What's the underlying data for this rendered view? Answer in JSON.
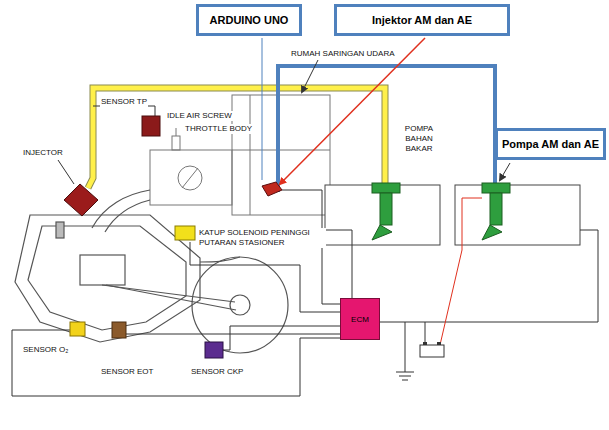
{
  "diagram": {
    "nodes": [
      {
        "text": [
          "ARDUINO UNO"
        ]
      },
      {
        "text": [
          "Injektor AM dan AE"
        ]
      },
      {
        "text": [
          "Pompa AM dan AE"
        ]
      },
      {
        "text": [
          "ECM"
        ]
      }
    ],
    "labels": [
      "RUMAH SARINGAN UDARA",
      "SENSOR TP",
      "IDLE AIR SCREW",
      "THROTTLE BODY",
      "INJECTOR",
      "POMPA BAHAN BAKAR",
      "KATUP SOLENOID PENINGGI PUTARAN STASIONER",
      "SENSOR O₂",
      "SENSOR EOT",
      "SENSOR CKP"
    ]
  }
}
